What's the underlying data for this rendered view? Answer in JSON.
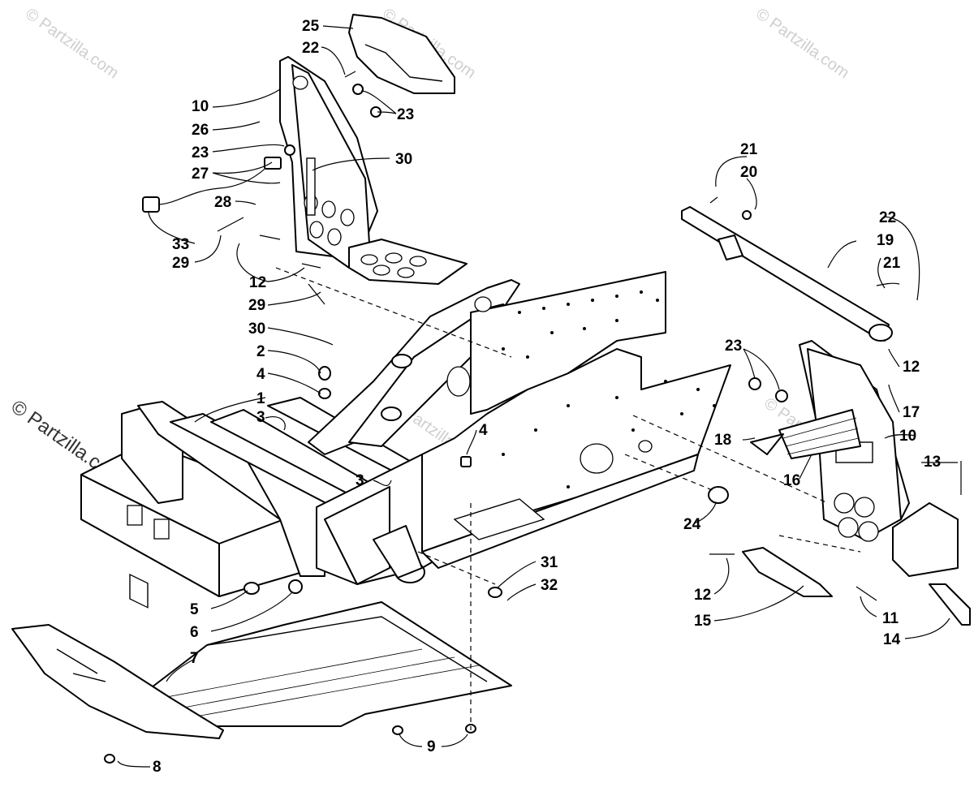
{
  "watermark": {
    "main": "© Partzilla.com",
    "faint": "© Partzilla.com"
  },
  "callouts": [
    "1",
    "2",
    "3",
    "3",
    "4",
    "4",
    "5",
    "6",
    "7",
    "8",
    "9",
    "10",
    "10",
    "11",
    "12",
    "12",
    "12",
    "13",
    "14",
    "15",
    "16",
    "17",
    "18",
    "19",
    "20",
    "21",
    "21",
    "22",
    "22",
    "23",
    "23",
    "23",
    "24",
    "25",
    "26",
    "27",
    "28",
    "29",
    "29",
    "30",
    "30",
    "31",
    "32",
    "33"
  ]
}
